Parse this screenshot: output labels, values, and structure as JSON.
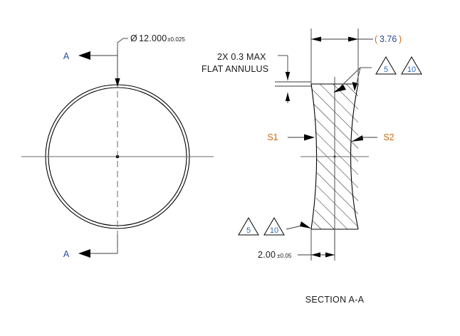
{
  "drawing": {
    "type": "optical-lens-engineering-drawing",
    "front_view": {
      "name": "front-circle-view",
      "diameter_callout": {
        "symbol": "Ø",
        "nominal": "12.000",
        "tolerance": "±0.025",
        "full": "Ø12.000±0.025"
      },
      "section_arrow_top_label": "A",
      "section_arrow_bottom_label": "A"
    },
    "section_view": {
      "name": "section-a-a-view",
      "title": "SECTION A-A",
      "reference_dimension": {
        "open_paren": "(",
        "value": "3.76",
        "close_paren": ")",
        "full": "( 3.76 )"
      },
      "thickness_dimension": {
        "nominal": "2.00",
        "tolerance": "±0.05",
        "full": "2.00±0.05"
      },
      "flat_annulus_note": {
        "line1": "2X 0.3 MAX",
        "line2": "FLAT ANNULUS"
      },
      "surface_labels": {
        "s1": "S1",
        "s2": "S2"
      },
      "surface_finish_top": [
        {
          "value": "5"
        },
        {
          "value": "10"
        }
      ],
      "surface_finish_bottom": [
        {
          "value": "5"
        },
        {
          "value": "10"
        }
      ]
    },
    "colors": {
      "line": "#000000",
      "centerline": "#6a6a6a",
      "section_label": "#2a4a9a",
      "surface_label": "#c86a14",
      "reference_value": "#2a4a9a",
      "reference_paren": "#c86a14",
      "triangle_number": "#2a6ab8",
      "background": "#ffffff"
    }
  }
}
